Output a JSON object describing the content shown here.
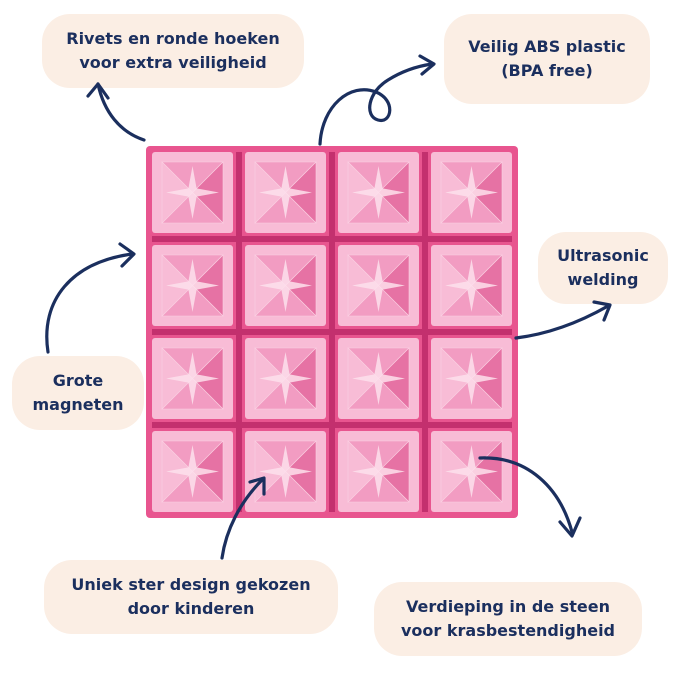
{
  "callouts": {
    "rivets": [
      "Rivets en ronde hoeken",
      "voor extra veiligheid"
    ],
    "abs": [
      "Veilig ABS plastic",
      "(BPA free)"
    ],
    "ultrasonic": [
      "Ultrasonic",
      "welding"
    ],
    "magnets": [
      "Grote",
      "magneten"
    ],
    "star": [
      "Uniek ster design gekozen",
      "door kinderen"
    ],
    "depth": [
      "Verdieping in de steen",
      "voor krasbestendigheid"
    ]
  },
  "board": {
    "rows": 4,
    "columns": 4,
    "tile_icon": "star-icon"
  },
  "colors": {
    "text": "#1b2f5e",
    "label_background": "#fbeee4",
    "arrow": "#1b2f5e",
    "frame": "#e8558f",
    "tile_light": "#f8bcd6",
    "tile_mid": "#f29cc2",
    "tile_dark": "#e672a4",
    "groove": "#c3306e"
  }
}
